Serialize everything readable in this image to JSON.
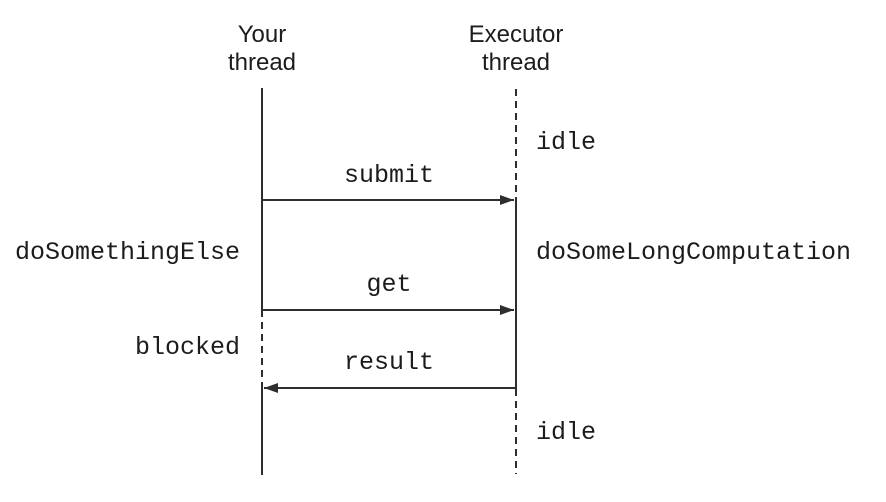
{
  "diagram": {
    "type": "sequence-diagram",
    "colors": {
      "background": "#ffffff",
      "line": "#2e2e2e",
      "text": "#1c1c1c"
    },
    "lifelines": [
      {
        "id": "your-thread",
        "title": "Your\nthread"
      },
      {
        "id": "executor-thread",
        "title": "Executor\nthread"
      }
    ],
    "messages": [
      {
        "label": "submit",
        "direction": "left-to-right"
      },
      {
        "label": "get",
        "direction": "left-to-right"
      },
      {
        "label": "result",
        "direction": "right-to-left"
      }
    ],
    "states": {
      "executor_idle_top": "idle",
      "your_activity": "doSomethingElse",
      "executor_activity": "doSomeLongComputation",
      "your_blocked": "blocked",
      "executor_idle_bottom": "idle"
    }
  }
}
